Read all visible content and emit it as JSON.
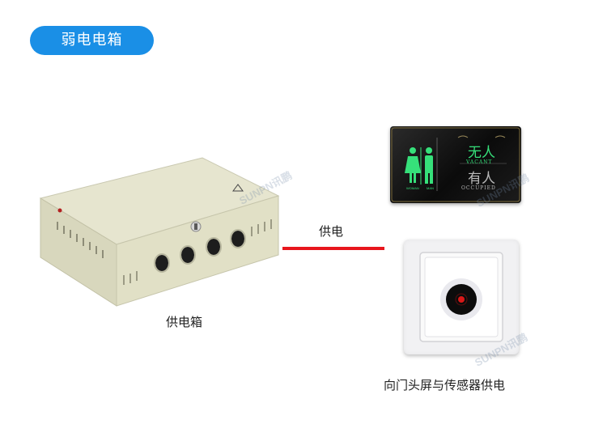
{
  "header": {
    "title": "弱电电箱"
  },
  "devices": {
    "psu_label": "供电箱",
    "link_label": "供电",
    "sensor_label": "向门头屏与传感器供电"
  },
  "door_sign": {
    "vacant_cn": "无人",
    "vacant_en": "VACANT",
    "occupied_cn": "有人",
    "occupied_en": "OCCUPIED",
    "woman": "WOMAN",
    "man": "MAN"
  },
  "watermark": {
    "text": "SUNPN讯鹏"
  },
  "colors": {
    "pill": "#1a8fe6",
    "line": "#e8161d",
    "sign_green": "#36e07a"
  }
}
